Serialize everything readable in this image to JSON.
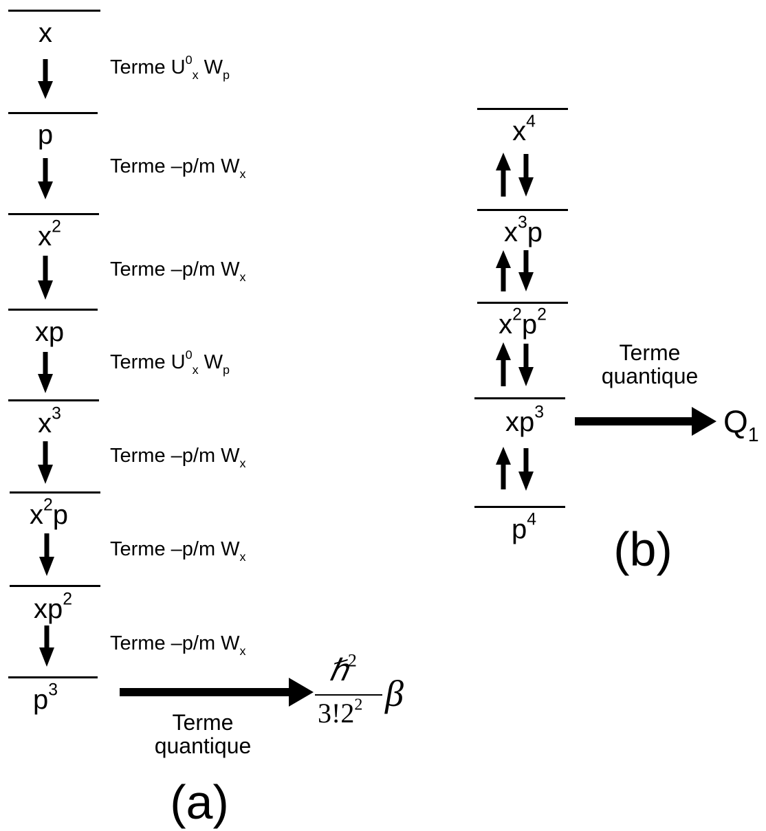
{
  "panel_a": {
    "label": "(a)",
    "levels": [
      {
        "base": "x",
        "sup1": "",
        "mid": "",
        "sup2": ""
      },
      {
        "base": "p",
        "sup1": "",
        "mid": "",
        "sup2": ""
      },
      {
        "base": "x",
        "sup1": "2",
        "mid": "",
        "sup2": ""
      },
      {
        "base": "xp",
        "sup1": "",
        "mid": "",
        "sup2": ""
      },
      {
        "base": "x",
        "sup1": "3",
        "mid": "",
        "sup2": ""
      },
      {
        "base": "x",
        "sup1": "2",
        "mid": "p",
        "sup2": ""
      },
      {
        "base": "xp",
        "sup1": "2",
        "mid": "",
        "sup2": ""
      },
      {
        "base": "p",
        "sup1": "3",
        "mid": "",
        "sup2": ""
      }
    ],
    "terms": [
      {
        "prefix": "Terme U",
        "sup": "0",
        "sub": "x",
        "mid": " W",
        "sub2": "p"
      },
      {
        "prefix": "Terme –p/m W",
        "sup": "",
        "sub": "x",
        "mid": "",
        "sub2": ""
      },
      {
        "prefix": "Terme –p/m W",
        "sup": "",
        "sub": "x",
        "mid": "",
        "sub2": ""
      },
      {
        "prefix": "Terme U",
        "sup": "0",
        "sub": "x",
        "mid": " W",
        "sub2": "p"
      },
      {
        "prefix": "Terme –p/m W",
        "sup": "",
        "sub": "x",
        "mid": "",
        "sub2": ""
      },
      {
        "prefix": "Terme –p/m W",
        "sup": "",
        "sub": "x",
        "mid": "",
        "sub2": ""
      },
      {
        "prefix": "Terme –p/m W",
        "sup": "",
        "sub": "x",
        "mid": "",
        "sub2": ""
      }
    ],
    "quantum_label_line1": "Terme",
    "quantum_label_line2": "quantique",
    "result": {
      "numerator": "ℏ",
      "numerator_sup": "2",
      "denominator": "3!2",
      "denominator_sup": "2",
      "factor": "β"
    }
  },
  "panel_b": {
    "label": "(b)",
    "levels": [
      {
        "base": "x",
        "sup1": "4",
        "mid": "",
        "sup2": ""
      },
      {
        "base": "x",
        "sup1": "3",
        "mid": "p",
        "sup2": ""
      },
      {
        "base": "x",
        "sup1": "2",
        "mid": "p",
        "sup2": "2"
      },
      {
        "base": "xp",
        "sup1": "3",
        "mid": "",
        "sup2": ""
      },
      {
        "base": "p",
        "sup1": "4",
        "mid": "",
        "sup2": ""
      }
    ],
    "quantum_label_line1": "Terme",
    "quantum_label_line2": "quantique",
    "result": {
      "base": "Q",
      "sub": "1"
    }
  }
}
